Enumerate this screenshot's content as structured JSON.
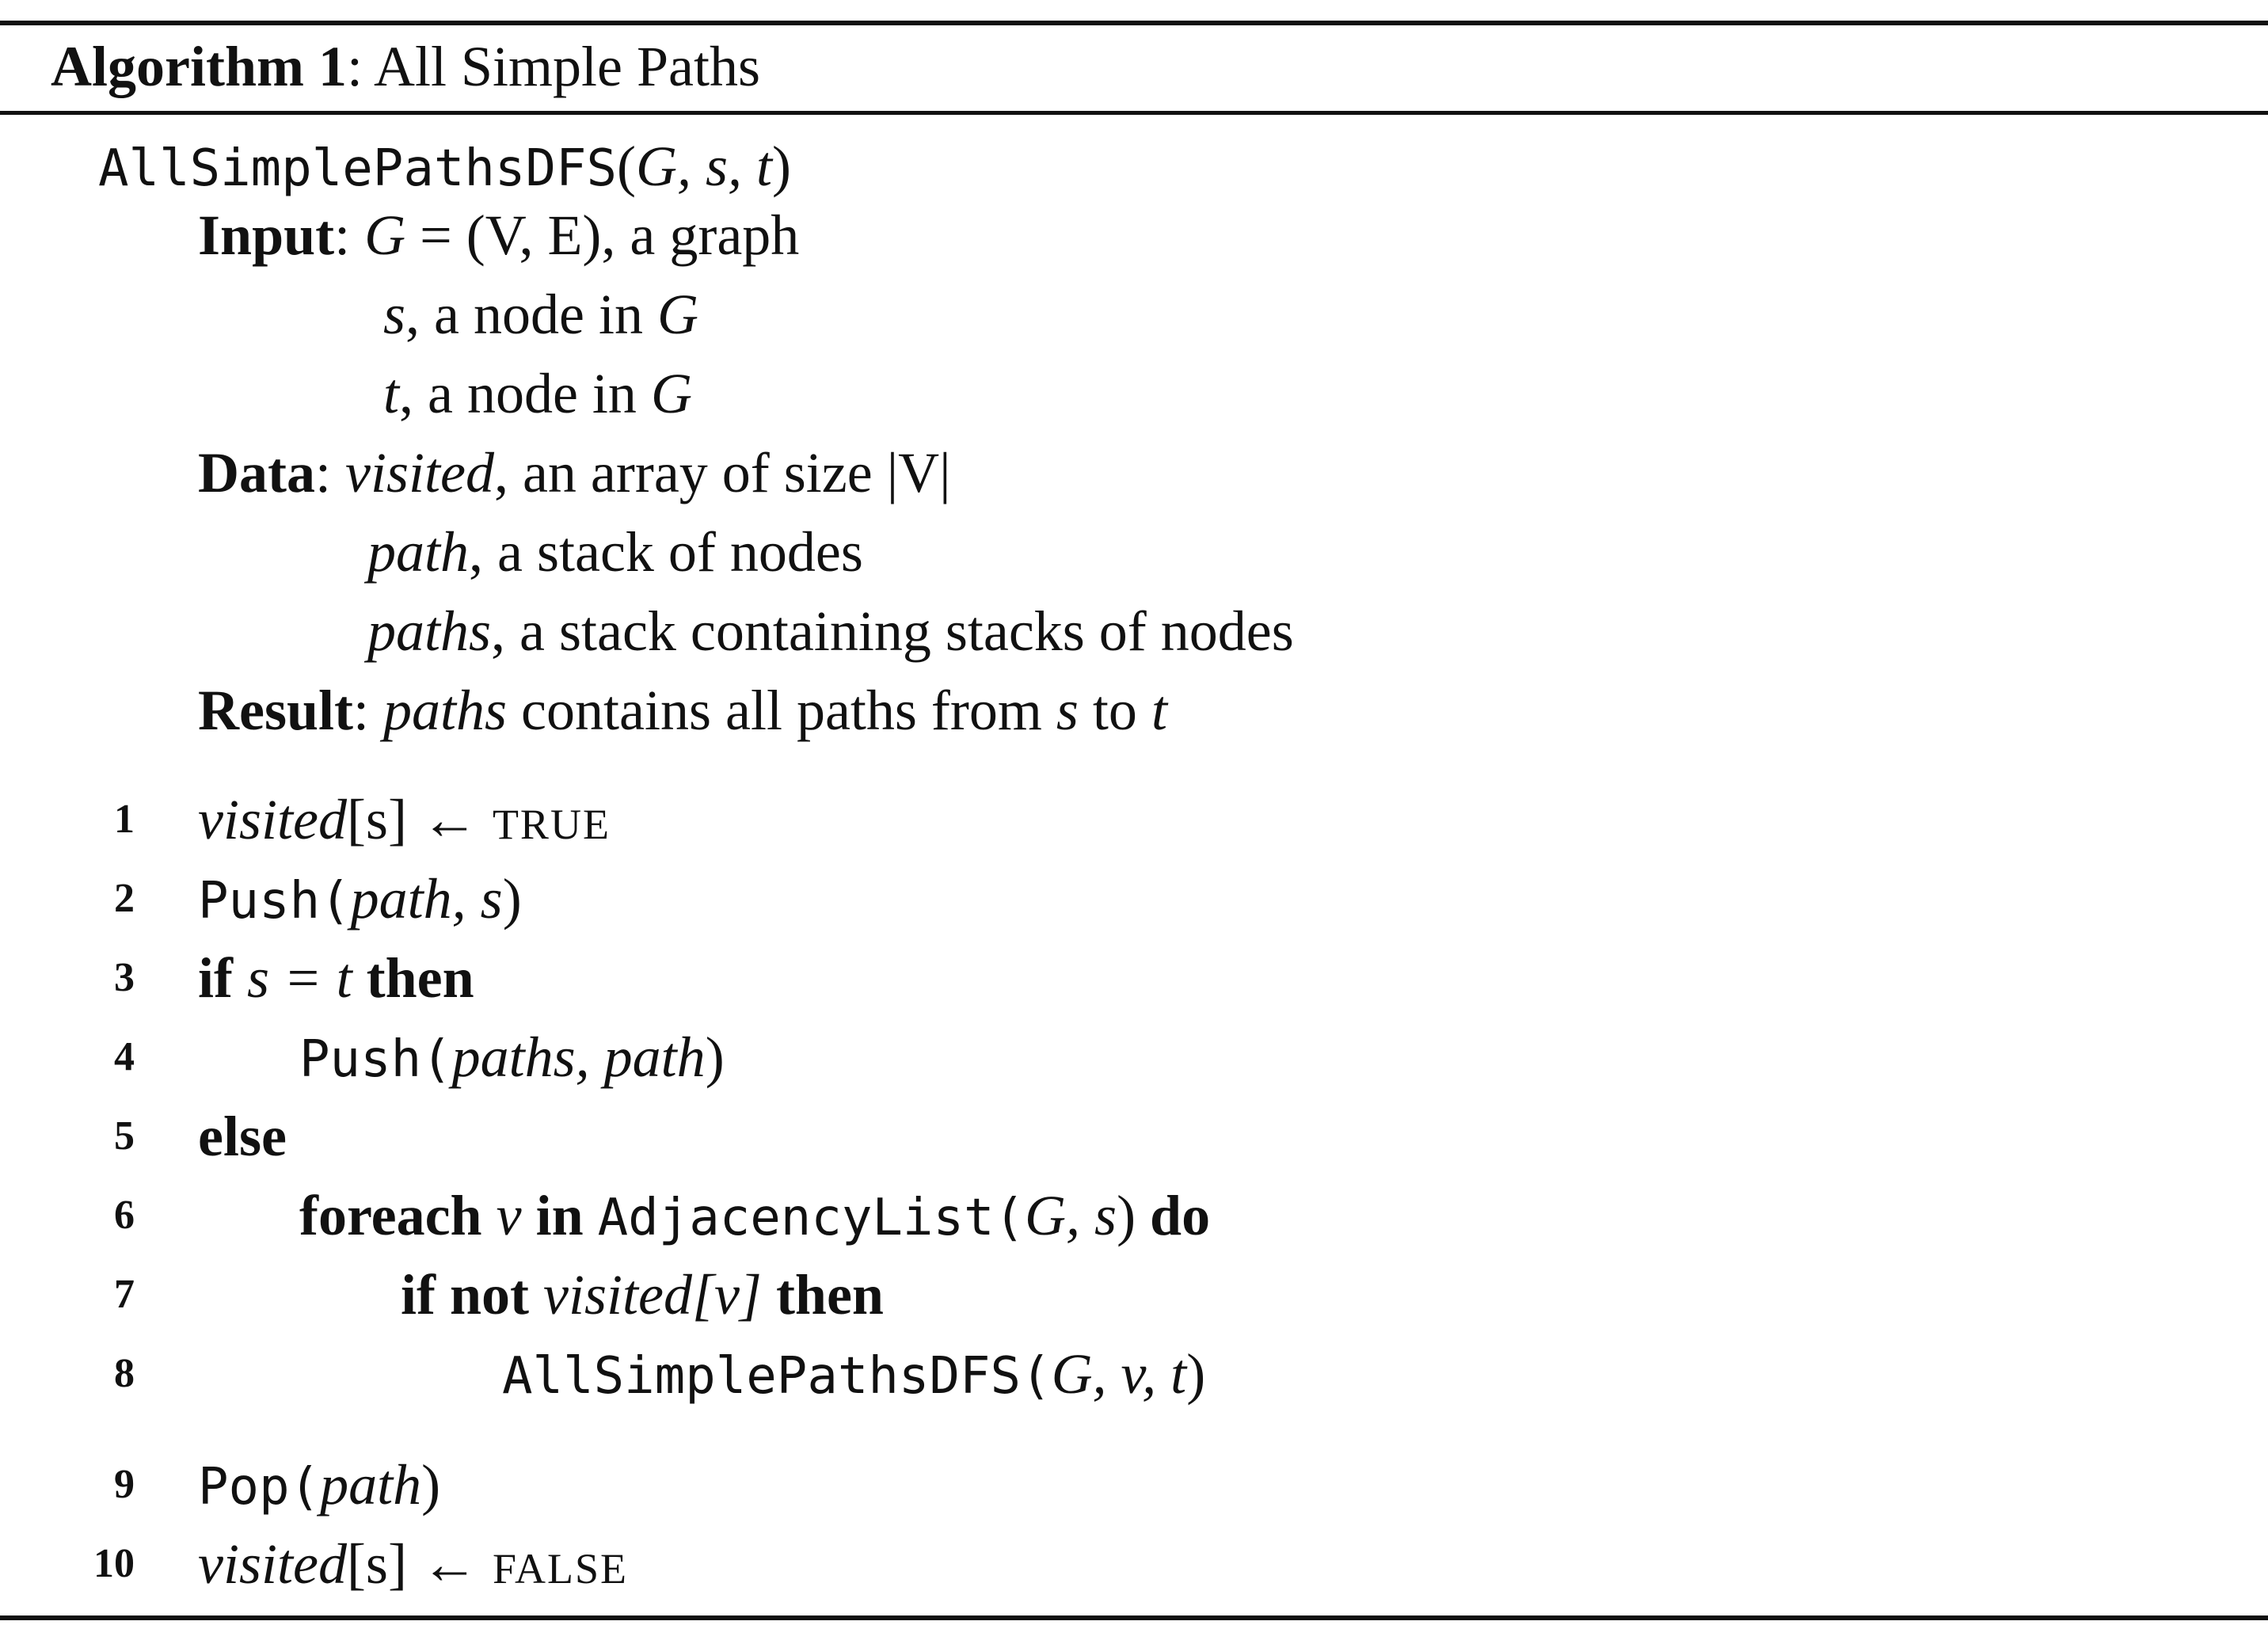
{
  "caption": {
    "label": "Algorithm 1",
    "title": "All Simple Paths"
  },
  "signature": {
    "name": "AllSimplePathsDFS",
    "open": "(",
    "args": "G, s, t",
    "close": ")"
  },
  "input": {
    "kw": "Input",
    "line1_var": "G",
    "line1_rest": " = (V, E), a graph",
    "line2_var": "s",
    "line2_rest": ", a node in ",
    "line2_tail": "G",
    "line3_var": "t",
    "line3_rest": ", a node in ",
    "line3_tail": "G"
  },
  "data_section": {
    "kw": "Data",
    "line1_var": "visited",
    "line1_rest": ", an array of size |V|",
    "line2_var": "path",
    "line2_rest": ", a stack of nodes",
    "line3_var": "paths",
    "line3_rest": ", a stack containing stacks of nodes"
  },
  "result": {
    "kw": "Result",
    "var": "paths",
    "rest1": " contains all paths from ",
    "s": "s",
    "to": " to ",
    "t": "t"
  },
  "lines": [
    {
      "num": "1",
      "a": "visited",
      "b": "[s] ← ",
      "c": "TRUE"
    },
    {
      "num": "2",
      "a": "Push(",
      "b": "path, s",
      "c": ")"
    },
    {
      "num": "3",
      "a": "if",
      "b": " s = t ",
      "c": "then"
    },
    {
      "num": "4",
      "a": "Push(",
      "b": "paths, path",
      "c": ")"
    },
    {
      "num": "5",
      "a": "else"
    },
    {
      "num": "6",
      "a": "foreach",
      "b": " v ",
      "c": "in",
      "d": "AdjacencyList(",
      "e": "G, s",
      "f": ")",
      "g": "do"
    },
    {
      "num": "7",
      "a": "if not",
      "b": " visited[v] ",
      "c": "then"
    },
    {
      "num": "8",
      "a": "AllSimplePathsDFS(",
      "b": "G, v, t",
      "c": ")"
    },
    {
      "num": "9",
      "a": "Pop(",
      "b": "path",
      "c": ")"
    },
    {
      "num": "10",
      "a": "visited",
      "b": "[s] ← ",
      "c": "FALSE"
    }
  ]
}
